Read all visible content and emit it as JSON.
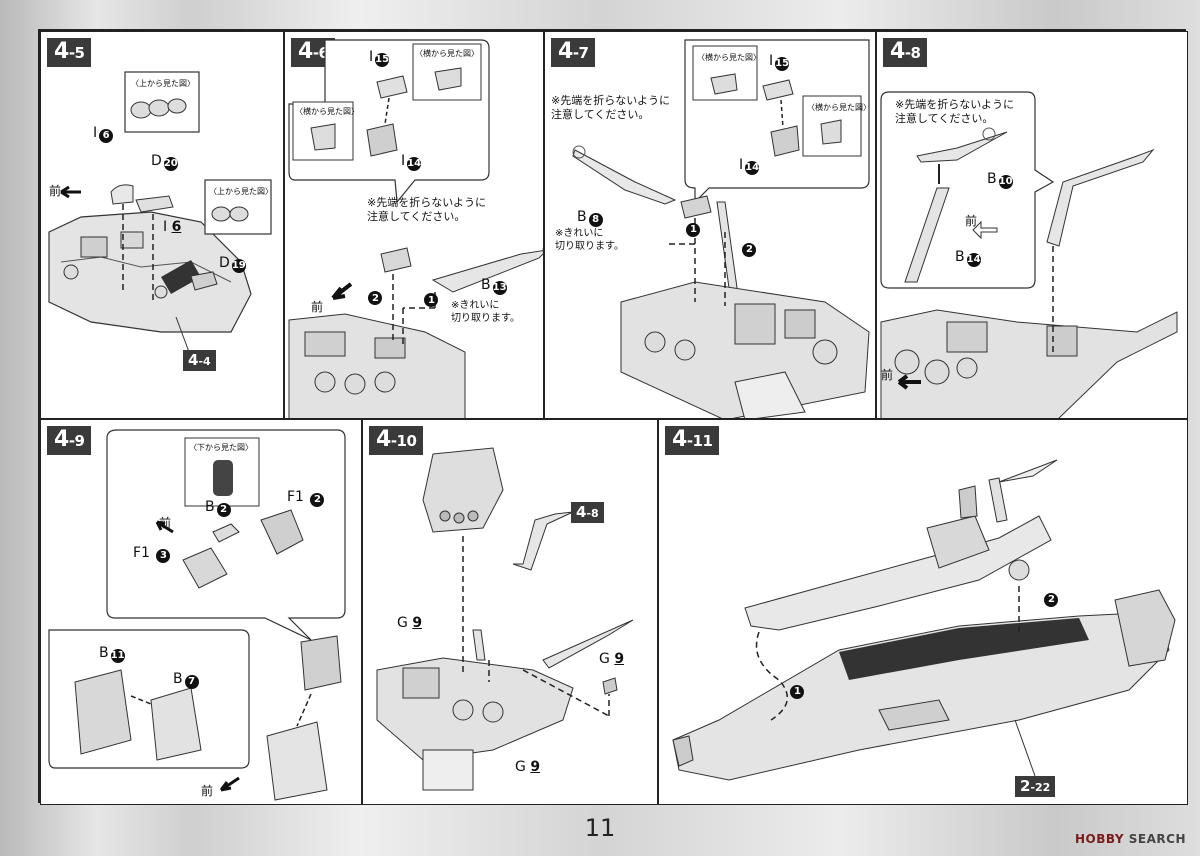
{
  "page_number": "11",
  "watermark": {
    "left": "HOBBY",
    "right": "SEARCH"
  },
  "steps": {
    "s45": {
      "main": "4",
      "sub": "-5",
      "ref_main": "4",
      "ref_sub": "-4"
    },
    "s46": {
      "main": "4",
      "sub": "-6"
    },
    "s47": {
      "main": "4",
      "sub": "-7"
    },
    "s48": {
      "main": "4",
      "sub": "-8"
    },
    "s49": {
      "main": "4",
      "sub": "-9"
    },
    "s410": {
      "main": "4",
      "sub": "-10",
      "ref_main": "4",
      "ref_sub": "-8"
    },
    "s411": {
      "main": "4",
      "sub": "-11",
      "ref_main": "2",
      "ref_sub": "-22"
    }
  },
  "texts": {
    "top_view": "〈上から見た図〉",
    "side_view": "〈横から見た図〉",
    "bottom_view": "〈下から見た図〉",
    "front": "前",
    "tip_note_1": "※先端を折らないように",
    "tip_note_2": "注意してください。",
    "cut_note_1": "※きれいに",
    "cut_note_2": "切り取ります。"
  },
  "parts": {
    "I": "I",
    "D": "D",
    "B": "B",
    "F1": "F1",
    "G": "G",
    "n6": "6",
    "n20": "20",
    "n19": "19",
    "n15": "15",
    "n14": "14",
    "n13": "13",
    "n8": "8",
    "n10": "10",
    "n2": "2",
    "n3": "3",
    "n11": "11",
    "n7": "7",
    "n9": "9",
    "arrow1": "1",
    "arrow2": "2"
  }
}
